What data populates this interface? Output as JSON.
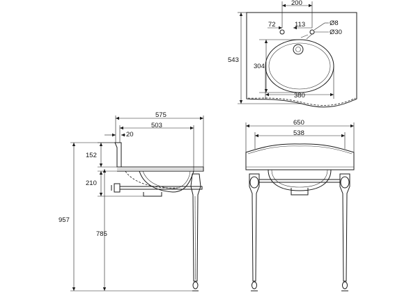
{
  "views": {
    "top": {
      "dimensions": {
        "tap_spacing": "200",
        "left_offset": "72",
        "right_offset": "113",
        "tap_hole_small": "Ø8",
        "tap_hole_large": "Ø30",
        "overall_depth": "543",
        "bowl_depth": "304",
        "bowl_width": "380"
      }
    },
    "side": {
      "dimensions": {
        "overall_depth": "575",
        "bowl_depth": "503",
        "rim_offset": "20",
        "upstand_height": "152",
        "basin_height": "210",
        "total_height": "957",
        "rim_height": "785"
      }
    },
    "front": {
      "dimensions": {
        "overall_width": "650",
        "inner_width": "538"
      }
    }
  },
  "colors": {
    "line": "#1a1a1a",
    "background": "#ffffff"
  }
}
